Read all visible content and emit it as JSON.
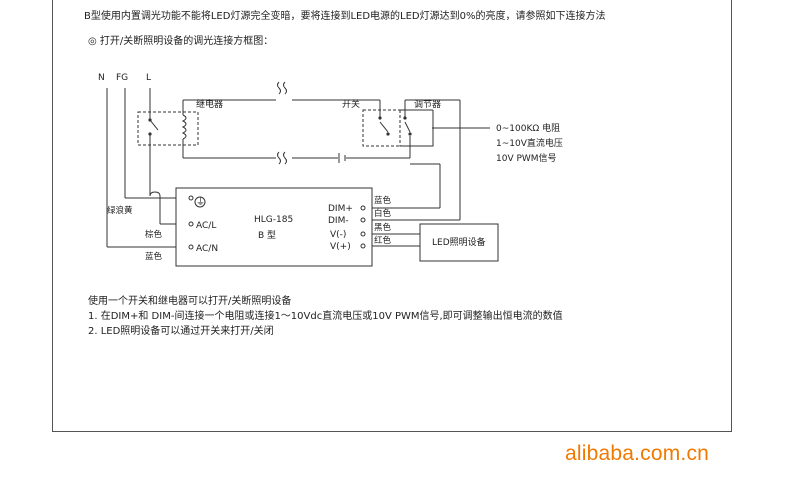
{
  "intro": "B型使用内置调光功能不能将LED灯源完全变暗，要将连接到LED电源的LED灯源达到0%的亮度，请参照如下连接方法",
  "bullet": "◎ 打开/关断照明设备的调光连接方框图：",
  "terminals": {
    "n": "N",
    "fg": "FG",
    "l": "L"
  },
  "relay_label": "继电器",
  "switch_label": "开关",
  "dimmer_label": "调节器",
  "dimmer_options": [
    "0~100KΩ 电阻",
    "1~10V直流电压",
    "10V PWM信号"
  ],
  "driver": {
    "model": "HLG-185",
    "type": "B 型",
    "fg": "⏚",
    "acl": "AC/L",
    "acn": "AC/N",
    "dimp": "DIM+",
    "dimm": "DIM-",
    "vneg": "V(-)",
    "vpos": "V(+)"
  },
  "wires": {
    "green_yellow": "绿浪黄",
    "brown": "棕色",
    "blue_left": "蓝色",
    "blue_right": "蓝色",
    "white": "白色",
    "black": "黑色",
    "red": "红色"
  },
  "led_device": "LED照明设备",
  "notes": [
    "使用一个开关和继电器可以打开/关断照明设备",
    "1. 在DIM+和 DIM-间连接一个电阻或连接1～10Vdc直流电压或10V PWM信号,即可调整输出恒电流的数值",
    "2. LED照明设备可以通过开关来打开/关闭"
  ],
  "watermark": "alibaba.com.cn"
}
